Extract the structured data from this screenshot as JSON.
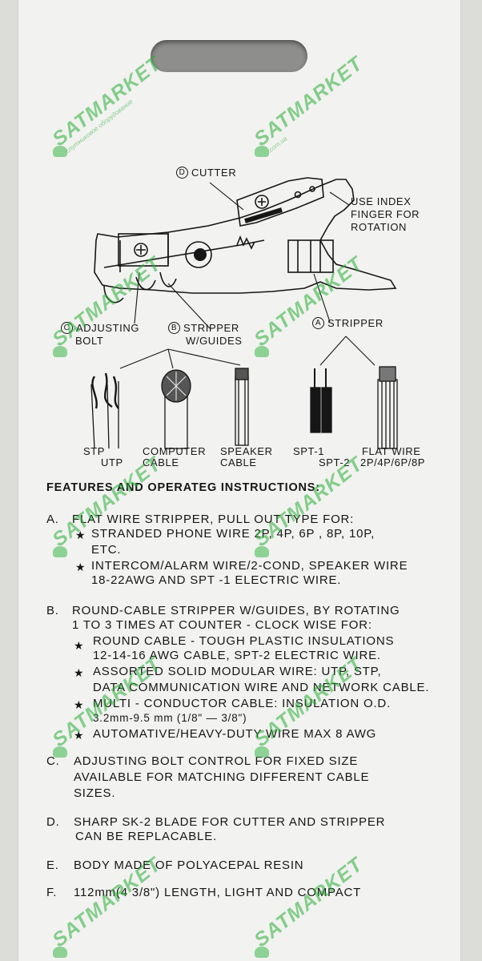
{
  "diagram": {
    "cutter": {
      "letter": "D",
      "text": "CUTTER"
    },
    "index_finger": [
      "USE INDEX",
      "FINGER FOR",
      "ROTATION"
    ],
    "adjusting_bolt": {
      "letter": "C",
      "line1": "ADJUSTING",
      "line2": "BOLT"
    },
    "stripper_guides": {
      "letter": "B",
      "line1": "STRIPPER",
      "line2": "W/GUIDES"
    },
    "stripper": {
      "letter": "A",
      "text": "STRIPPER"
    },
    "cables": {
      "stp": [
        "STP",
        "UTP"
      ],
      "computer": [
        "COMPUTER",
        "CABLE"
      ],
      "speaker": [
        "SPEAKER",
        "CABLE"
      ],
      "spt": [
        "SPT-1",
        "SPT-2"
      ],
      "flat": [
        "FLAT WIRE",
        "2P/4P/6P/8P"
      ]
    }
  },
  "features_title": "FEATURES AND OPERATEG INSTRUCTIONS:",
  "instructions": {
    "a_marker": "A.",
    "a_text": "FLAT WIRE STRIPPER, PULL OUT TYPE FOR:",
    "a1": "STRANDED PHONE WIRE 2P, 4P, 6P , 8P, 10P,",
    "a1b": "ETC.",
    "a2": "INTERCOM/ALARM WIRE/2-COND, SPEAKER WIRE",
    "a2b": "18-22AWG AND SPT -1 ELECTRIC WIRE.",
    "b_marker": "B.",
    "b_text": "ROUND-CABLE STRIPPER W/GUIDES, BY ROTATING",
    "b_text2": "1 TO 3 TIMES AT COUNTER - CLOCK WISE FOR:",
    "b1": "ROUND CABLE - TOUGH  PLASTIC INSULATIONS",
    "b1b": "12-14-16 AWG CABLE, SPT-2 ELECTRIC WIRE.",
    "b2": "ASSORTED SOLID MODULAR  WIRE: UTP, STP,",
    "b2b": "DATA COMMUNICATION WIRE AND NETWORK CABLE.",
    "b3": "MULTI - CONDUCTOR CABLE: INSULATION O.D.",
    "b3b": "3.2mm-9.5 mm (1/8\" — 3/8\")",
    "b4": "AUTOMATIVE/HEAVY-DUTY WIRE MAX 8 AWG",
    "c_marker": "C.",
    "c1": "ADJUSTING BOLT CONTROL FOR FIXED SIZE",
    "c2": "AVAILABLE FOR MATCHING DIFFERENT CABLE",
    "c3": "SIZES.",
    "d_marker": "D.",
    "d1": "SHARP SK-2 BLADE FOR CUTTER AND STRIPPER",
    "d2": "CAN BE REPLACABLE.",
    "e_marker": "E.",
    "e1": "BODY MADE OF POLYACEPAL RESIN",
    "f_marker": "F.",
    "f1": "112mm(4 3/8\") LENGTH, LIGHT AND COMPACT",
    "star": "★"
  },
  "watermark": {
    "brand": "SATMARKET",
    "domain": ".com.ua",
    "tagline": "спутниковое оборудование"
  }
}
